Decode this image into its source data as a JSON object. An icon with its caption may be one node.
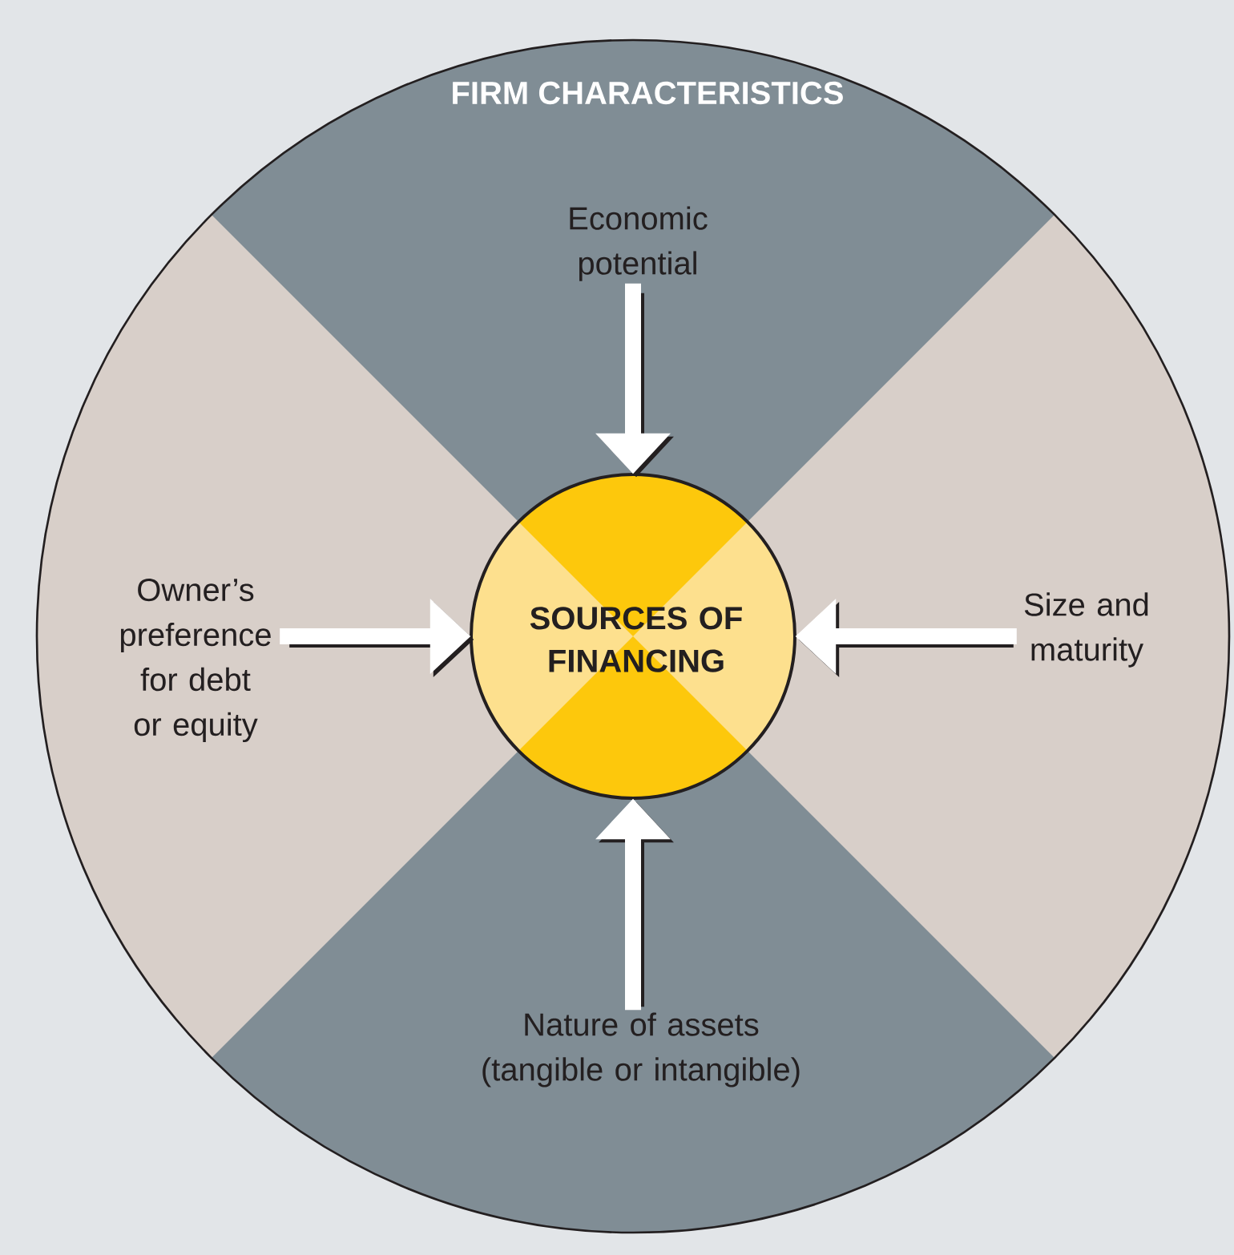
{
  "diagram": {
    "nodes": [
      {
        "text": [
          "FIRM CHARACTERISTICS"
        ]
      },
      {
        "text": [
          "SOURCES OF FINANCING"
        ],
        "in": 0
      },
      {
        "text": [
          "Economic potential"
        ],
        "in": 0
      },
      {
        "text": [
          "Size and maturity"
        ],
        "in": 0
      },
      {
        "text": [
          "Nature of assets (tangible or intangible)"
        ],
        "in": 0
      },
      {
        "text": [
          "Owner’s preference for debt or equity"
        ],
        "in": 0
      }
    ],
    "edges": [
      {
        "from": 2,
        "to": 1,
        "arrow": "to"
      },
      {
        "from": 3,
        "to": 1,
        "arrow": "to"
      },
      {
        "from": 4,
        "to": 1,
        "arrow": "to"
      },
      {
        "from": 5,
        "to": 1,
        "arrow": "to"
      }
    ]
  }
}
